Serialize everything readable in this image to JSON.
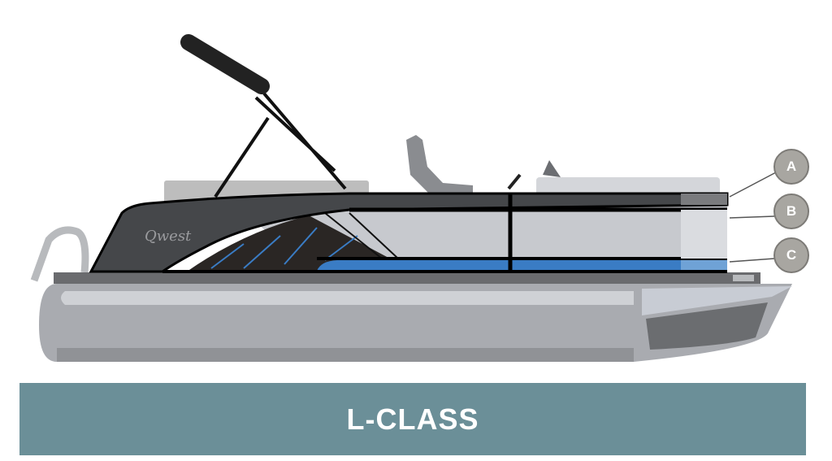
{
  "boat": {
    "brand_logo": "Qwest",
    "callouts": [
      {
        "label": "A"
      },
      {
        "label": "B"
      },
      {
        "label": "C"
      }
    ]
  },
  "banner": {
    "title": "L-CLASS"
  },
  "colors": {
    "banner": "#6b8f98",
    "accent_blue": "#3a7cc4",
    "hull_dark": "#45474a",
    "pontoon": "#a9abb0",
    "callout": "#a8a6a1"
  }
}
